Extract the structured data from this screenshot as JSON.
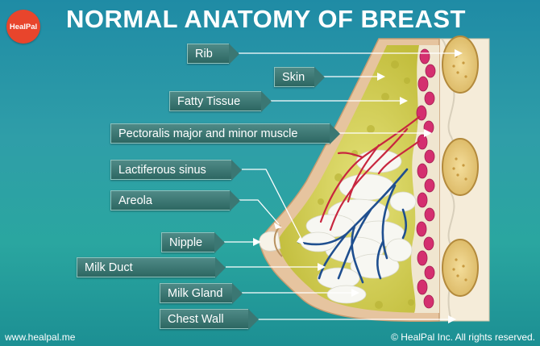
{
  "title": "NORMAL ANATOMY OF BREAST",
  "logo": "HealPal",
  "labels": {
    "rib": "Rib",
    "skin": "Skin",
    "fatty": "Fatty Tissue",
    "pectoralis": "Pectoralis major and minor muscle",
    "lactiferous": "Lactiferous sinus",
    "areola": "Areola",
    "nipple": "Nipple",
    "milk_duct": "Milk Duct",
    "milk_gland": "Milk Gland",
    "chest_wall": "Chest Wall"
  },
  "footer": {
    "website": "www.healpal.me",
    "copyright": "© HealPal Inc. All rights reserved."
  },
  "colors": {
    "background": "#2a9ea6",
    "label_fill": "#3b7773",
    "breast_fat": "#d4d05a",
    "muscle": "#d2306e",
    "skin": "#e9c9a4"
  }
}
